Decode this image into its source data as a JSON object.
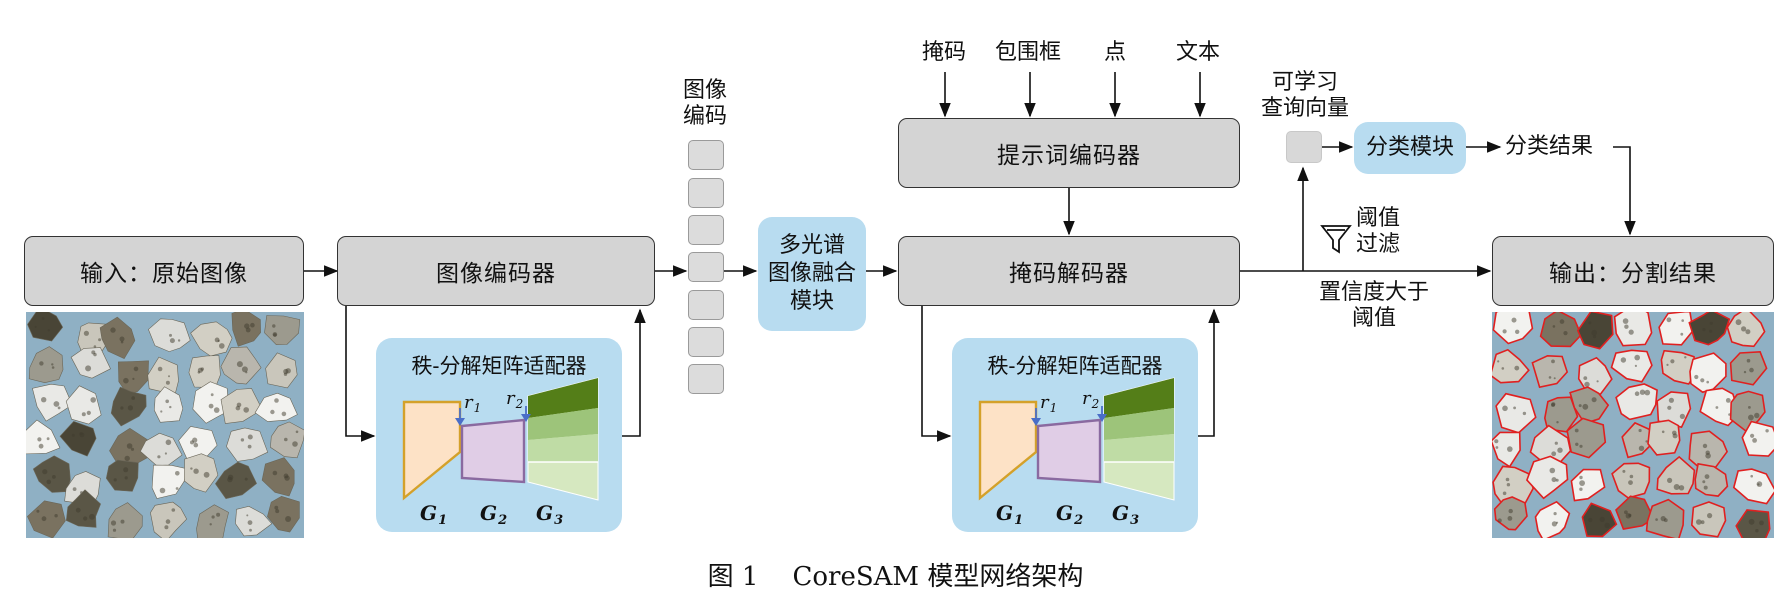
{
  "input_box": "输入：原始图像",
  "image_encoder": "图像编码器",
  "image_embedding_label": "图像\n编码",
  "fusion_module": "多光谱\n图像融合\n模块",
  "prompts": [
    "掩码",
    "包围框",
    "点",
    "文本"
  ],
  "prompt_encoder": "提示词编码器",
  "mask_decoder": "掩码解码器",
  "adapter": {
    "title": "秩-分解矩阵适配器",
    "g1": "G",
    "g1_sub": "1",
    "g2": "G",
    "g2_sub": "2",
    "g3": "G",
    "g3_sub": "3",
    "r1": "r",
    "r1_sub": "1",
    "r2": "r",
    "r2_sub": "2"
  },
  "learnable_query": "可学习\n查询向量",
  "classification_module": "分类模块",
  "classification_result": "分类结果",
  "threshold_filter": "阈值\n过滤",
  "confidence_label": "置信度大于\n阈值",
  "output_box": "输出：分割结果",
  "caption_fig": "图 1",
  "caption_text": "CoreSAM 模型网络架构",
  "colors": {
    "node_fill": "#d4d4d4",
    "module_fill": "#b8dcf0",
    "g1_fill": "#fde2c6",
    "g1_stroke": "#d4a12a",
    "g2_fill": "#e0cde6",
    "g2_stroke": "#8a6aa0",
    "g3_dark": "#547e18",
    "g3_mid": "#9dc47a",
    "g3_light": "#d6e8c0",
    "r_arrow": "#4a6ec8",
    "seg_outline": "#e02020"
  }
}
